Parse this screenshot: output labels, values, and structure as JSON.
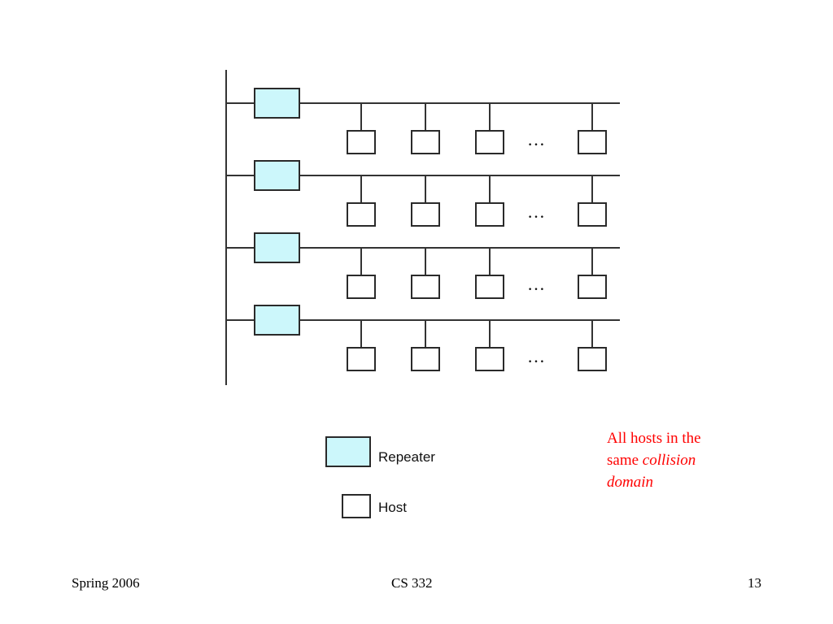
{
  "diagram": {
    "segment_count": 4,
    "hosts_before_ellipsis": 3,
    "hosts_after_ellipsis": 1,
    "ellipsis": "…",
    "colors": {
      "repeater_fill": "#ccf7fb",
      "host_fill": "#ffffff",
      "line": "#333333"
    }
  },
  "legend": {
    "repeater_label": "Repeater",
    "host_label": "Host"
  },
  "note": {
    "line1": "All hosts in the",
    "same_word": "same",
    "italic_part1": "collision",
    "italic_part2": "domain",
    "color": "#ff0000"
  },
  "footer": {
    "left": "Spring 2006",
    "center": "CS 332",
    "right": "13"
  }
}
